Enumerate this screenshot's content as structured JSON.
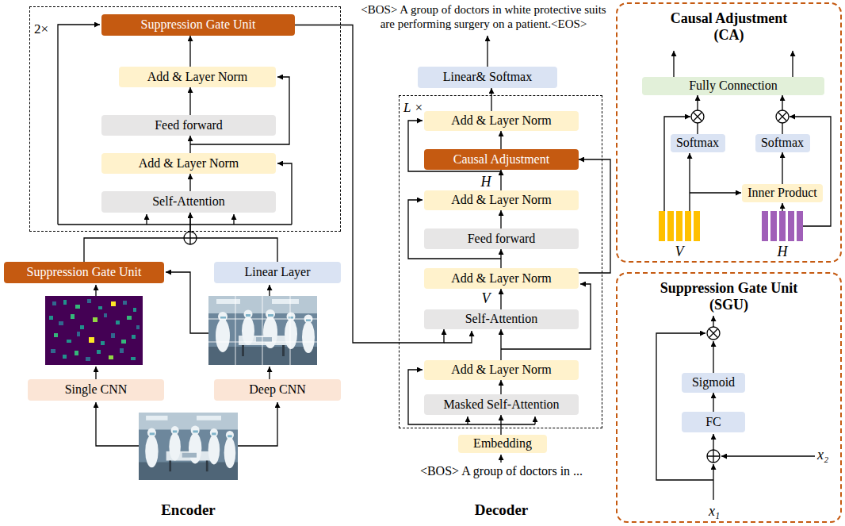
{
  "diagram": {
    "nodes": [
      {
        "text": [
          "2×"
        ]
      },
      {
        "text": [
          "Suppression Gate Unit"
        ],
        "in": 0
      },
      {
        "text": [
          "Add & Layer Norm"
        ],
        "in": 0
      },
      {
        "text": [
          "Feed forward"
        ],
        "in": 0
      },
      {
        "text": [
          "Add & Layer Norm"
        ],
        "in": 0
      },
      {
        "text": [
          "Self-Attention"
        ],
        "in": 0
      },
      {
        "text": [
          "Suppression Gate Unit"
        ]
      },
      {
        "text": [
          "Linear Layer"
        ]
      },
      {
        "text": [
          "Single CNN"
        ]
      },
      {
        "text": [
          "Deep CNN"
        ]
      },
      {
        "text": [
          "Linear& Softmax"
        ]
      },
      {
        "text": [
          "L ×"
        ]
      },
      {
        "text": [
          "Add & Layer Norm"
        ],
        "in": 11
      },
      {
        "text": [
          "Causal Adjustment"
        ],
        "in": 11
      },
      {
        "text": [
          "Add & Layer Norm"
        ],
        "in": 11
      },
      {
        "text": [
          "Feed forward"
        ],
        "in": 11
      },
      {
        "text": [
          "Add & Layer Norm"
        ],
        "in": 11
      },
      {
        "text": [
          "Self-Attention"
        ],
        "in": 11
      },
      {
        "text": [
          "Add & Layer Norm"
        ],
        "in": 11
      },
      {
        "text": [
          "Masked Self-Attention"
        ],
        "in": 11
      },
      {
        "text": [
          "Embedding"
        ]
      },
      {
        "text": [
          "Causal Adjustment (CA)"
        ]
      },
      {
        "text": [
          "Fully Connection"
        ],
        "in": 21
      },
      {
        "text": [
          "Softmax"
        ],
        "in": 21
      },
      {
        "text": [
          "Softmax"
        ],
        "in": 21
      },
      {
        "text": [
          "Inner Product"
        ],
        "in": 21
      },
      {
        "text": [
          "Suppression Gate Unit (SGU)"
        ]
      },
      {
        "text": [
          "Sigmoid"
        ],
        "in": 26
      },
      {
        "text": [
          "FC"
        ],
        "in": 26
      }
    ],
    "edges": [
      {
        "from": 5,
        "to": 4,
        "arrow": "to"
      },
      {
        "from": 4,
        "to": 3,
        "arrow": "to"
      },
      {
        "from": 3,
        "to": 2,
        "arrow": "to"
      },
      {
        "from": 2,
        "to": 1,
        "arrow": "to"
      },
      {
        "from": 6,
        "to": 5,
        "arrow": "to"
      },
      {
        "from": 7,
        "to": 5,
        "arrow": "to"
      },
      {
        "from": 1,
        "to": 17,
        "arrow": "to"
      },
      {
        "from": 20,
        "to": 19,
        "arrow": "to"
      },
      {
        "from": 19,
        "to": 18,
        "arrow": "to"
      },
      {
        "from": 18,
        "to": 17,
        "arrow": "to"
      },
      {
        "from": 17,
        "to": 16,
        "arrow": "to"
      },
      {
        "from": 16,
        "to": 15,
        "arrow": "to"
      },
      {
        "from": 15,
        "to": 14,
        "arrow": "to"
      },
      {
        "from": 14,
        "to": 13,
        "arrow": "to"
      },
      {
        "from": 13,
        "to": 12,
        "arrow": "to"
      },
      {
        "from": 12,
        "to": 10,
        "arrow": "to"
      },
      {
        "from": 16,
        "to": 13,
        "arrow": "to"
      },
      {
        "from": 23,
        "to": 22,
        "arrow": "to"
      },
      {
        "from": 24,
        "to": 22,
        "arrow": "to"
      },
      {
        "from": 25,
        "to": 24,
        "arrow": "to"
      },
      {
        "from": 28,
        "to": 27,
        "arrow": "to"
      }
    ],
    "labels": [
      "<BOS> A group of doctors in white protective suits are performing surgery on a patient.<EOS>",
      "<BOS> A group of doctors in ...",
      "Encoder",
      "Decoder",
      "V",
      "H",
      "V",
      "H",
      "x₂",
      "x₁"
    ]
  }
}
